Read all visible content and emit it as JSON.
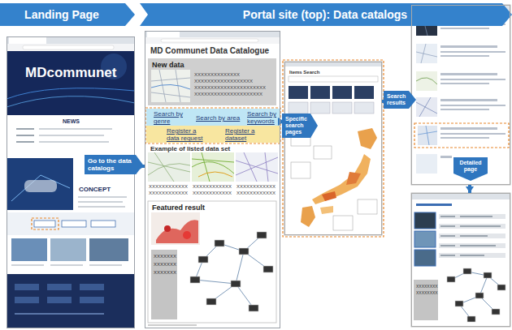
{
  "diagram": {
    "nodes": [
      {
        "text": [
          "Landing Page"
        ]
      },
      {
        "text": [
          "Portal site (top): Data catalogs"
        ]
      },
      {
        "text": [
          "MDcommunet",
          "NEWS",
          "CONCEPT"
        ]
      },
      {
        "text": [
          "MD Communet Data Catalogue",
          "Example of listed data set"
        ]
      },
      {
        "text": [
          "New data",
          "XXXXXXXXXXXXXX",
          "XXXXXXXXXXXXXXXXXX",
          "XXXXXXXXXXXXXXXXXXXXXX",
          "XXXXXXXXXXXXXXXXXXXXX"
        ],
        "in": 3
      },
      {
        "text": [
          "Search by genre"
        ],
        "in": 3
      },
      {
        "text": [
          "Search by area"
        ],
        "in": 3
      },
      {
        "text": [
          "Search by keywords"
        ],
        "in": 3
      },
      {
        "text": [
          "Register a data request"
        ],
        "in": 3
      },
      {
        "text": [
          "Register a dataset"
        ],
        "in": 3
      },
      {
        "text": [
          "XXXXXXXXXXXX",
          "XXXXXXXXXXXX"
        ],
        "in": 3
      },
      {
        "text": [
          "XXXXXXXXXXXX",
          "XXXXXXXXXXXX"
        ],
        "in": 3
      },
      {
        "text": [
          "XXXXXXXXXXXX",
          "XXXXXXXXXXXX"
        ],
        "in": 3
      },
      {
        "text": [
          "Featured result",
          "XXXXXXX",
          "XXXXXXX",
          "XXXXXXX"
        ],
        "in": 3
      },
      {
        "text": [
          "Items Search"
        ]
      },
      {
        "text": []
      },
      {
        "text": [
          "XXXXXXXX",
          "XXXXXXXX"
        ]
      }
    ],
    "edges": [
      {
        "from": 2,
        "to": 3,
        "arrow": "to",
        "label": "Go to the data catalogs"
      },
      {
        "from": 7,
        "to": 14,
        "arrow": "to",
        "label": "Specific search pages"
      },
      {
        "from": 14,
        "to": 15,
        "arrow": "to",
        "label": "Search results"
      },
      {
        "from": 15,
        "to": 16,
        "arrow": "to",
        "label": "Detailed page"
      }
    ]
  }
}
